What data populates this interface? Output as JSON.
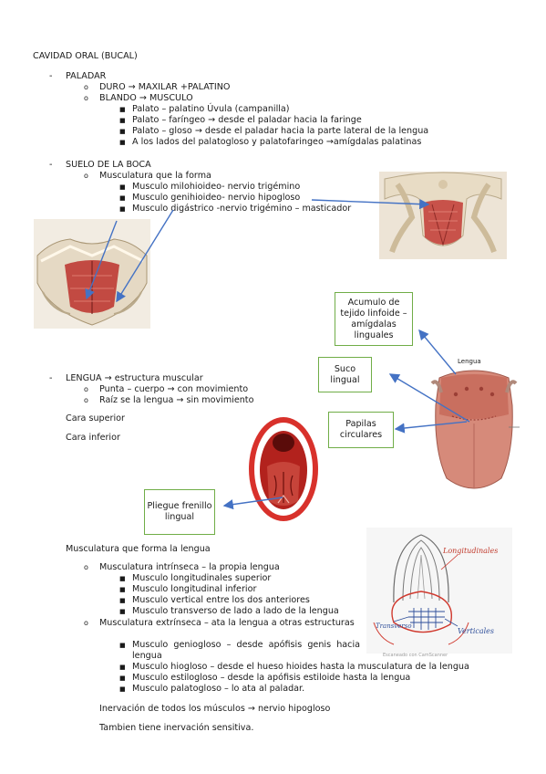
{
  "title": "CAVIDAD ORAL (BUCAL)",
  "paladar": {
    "heading": "PALADAR",
    "items": [
      "DURO → MAXILAR +PALATINO",
      "BLANDO → MUSCULO"
    ],
    "subitems": [
      "Palato – palatino Úvula (campanilla)",
      "Palato – faríngeo → desde el paladar hacia la faringe",
      "Palato – gloso → desde el paladar hacia la parte lateral de la lengua",
      "A los lados del palatogloso y palatofaringeo →amígdalas palatinas"
    ]
  },
  "suelo": {
    "heading": "SUELO DE LA BOCA",
    "item": "Musculatura que la forma",
    "subitems": [
      "Musculo milohioideo- nervio trigémino",
      "Musculo genihioideo- nervio hipogloso",
      "Musculo digástrico -nervio trigémino – masticador"
    ]
  },
  "lengua": {
    "heading": "LENGUA → estructura muscular",
    "items": [
      "Punta – cuerpo → con movimiento",
      "Raíz se la lengua → sin movimiento"
    ],
    "cara_superior": "Cara superior",
    "cara_inferior": "Cara inferior"
  },
  "callouts": {
    "acumulo": "Acumulo de tejido linfoide – amígdalas linguales",
    "suco": "Suco lingual",
    "papilas": "Papilas circulares",
    "pliegue": "Pliegue frenillo lingual"
  },
  "figure_labels": {
    "lengua_fig": "Lengua",
    "longitudinales": "Longitudinales",
    "transverso": "Transverso",
    "verticales": "Verticales",
    "scanner": "Escaneado con CamScanner"
  },
  "musculatura": {
    "heading": "Musculatura que forma la lengua",
    "intrinseca": "Musculatura intrínseca – la propia lengua",
    "intrinseca_items": [
      "Musculo longitudinales superior",
      "Musculo longitudinal inferior",
      "Musculo vertical entre los dos anteriores",
      "Musculo transverso de lado a lado de la lengua"
    ],
    "extrinseca": "Musculatura extrínseca – ata la lengua a otras estructuras",
    "extrinseca_items": [
      "Musculo geniogloso – desde apófisis genis hacia lengua",
      "Musculo hiogloso – desde el hueso hioides hasta la musculatura de la lengua",
      "Musculo estilogloso – desde la apófisis estiloide hasta la lengua",
      "Musculo palatogloso – lo ata al paladar."
    ],
    "inervacion": "Inervación de todos los músculos → nervio hipogloso",
    "sensitiva": "Tambien tiene inervación sensitiva."
  },
  "colors": {
    "arrow": "#4472c4",
    "box_border": "#70ad47",
    "muscle": "#c0504d"
  }
}
